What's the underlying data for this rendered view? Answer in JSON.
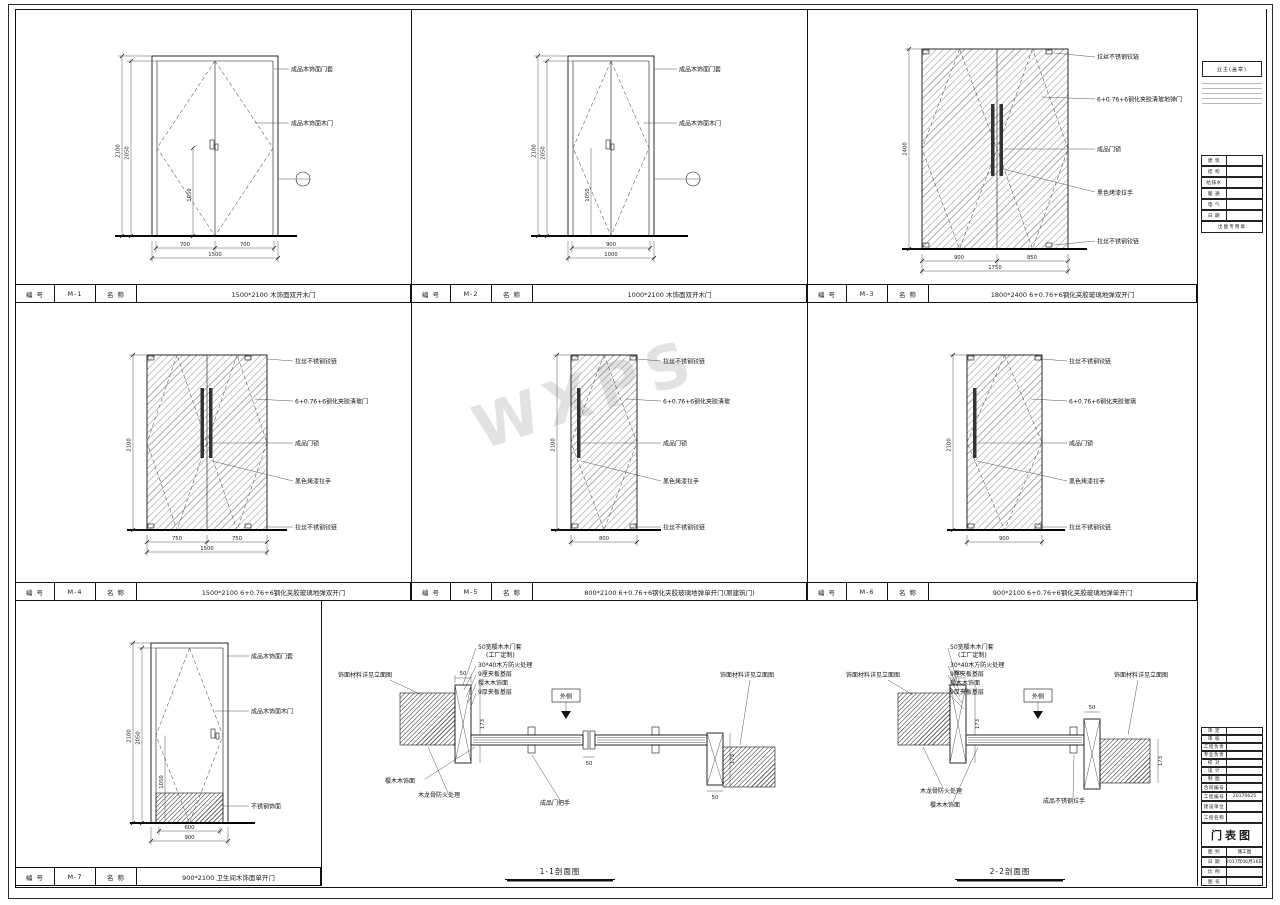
{
  "watermark": "WXPS",
  "labels": {
    "code": "编 号",
    "name": "名 称"
  },
  "panels": [
    {
      "code": "M-1",
      "title": "1500*2100  木饰面双开木门",
      "callouts": [
        "成品木饰面门套",
        "成品木饰面木门"
      ],
      "dims": {
        "h1": "2100",
        "h2": "2050",
        "mid": "1050",
        "b1": "700",
        "b2": "700",
        "total": "1500"
      }
    },
    {
      "code": "M-2",
      "title": "1000*2100  木饰面双开木门",
      "callouts": [
        "成品木饰面门套",
        "成品木饰面木门"
      ],
      "dims": {
        "h1": "2100",
        "h2": "2050",
        "mid": "1050",
        "b1": "900",
        "total": "1000"
      }
    },
    {
      "code": "M-3",
      "title": "1800*2400  6+0.76+6钢化夹胶玻璃地弹双开门",
      "callouts": [
        "拉丝不锈钢铰链",
        "6+0.76+6钢化夹胶清玻地弹门",
        "成品门锁",
        "黑色烤漆拉手",
        "拉丝不锈钢铰链"
      ],
      "dims": {
        "h1": "2400",
        "b1": "900",
        "b2": "850",
        "total": "1750"
      }
    },
    {
      "code": "M-4",
      "title": "1500*2100  6+0.76+6钢化夹胶玻璃地弹双开门",
      "callouts": [
        "拉丝不锈钢铰链",
        "6+0.76+6钢化夹胶清玻门",
        "成品门锁",
        "黑色烤漆拉手",
        "拉丝不锈钢铰链"
      ],
      "dims": {
        "h1": "2100",
        "b1": "750",
        "b2": "750",
        "total": "1500"
      }
    },
    {
      "code": "M-5",
      "title": "800*2100  6+0.76+6钢化夹胶玻璃地弹单开门(原建筑门)",
      "callouts": [
        "拉丝不锈钢铰链",
        "6+0.76+6钢化夹胶清玻",
        "成品门锁",
        "黑色烤漆拉手",
        "拉丝不锈钢铰链"
      ],
      "dims": {
        "h1": "2100",
        "total": "800"
      }
    },
    {
      "code": "M-6",
      "title": "900*2100  6+0.76+6钢化夹胶玻璃地弹单开门",
      "callouts": [
        "拉丝不锈钢铰链",
        "6+0.76+6钢化夹胶玻璃",
        "成品门锁",
        "黑色烤漆拉手",
        "拉丝不锈钢铰链"
      ],
      "dims": {
        "h1": "2100",
        "total": "900"
      }
    },
    {
      "code": "M-7",
      "title": "900*2100  卫生间木饰面单开门",
      "callouts": [
        "成品木饰面门套",
        "成品木饰面木门",
        "不锈钢饰面"
      ],
      "dims": {
        "h1": "2100",
        "h2": "2050",
        "mid": "1050",
        "b1": "600",
        "total": "900"
      }
    }
  ],
  "sections": [
    {
      "caption": "1-1剖面图",
      "outside": "外侧",
      "left_note": "饰面材料详见立面图",
      "right_note": "饰面材料详见立面图",
      "stack": [
        "50宽樱木木门套",
        "(工厂定制)",
        "30*40木方防火处理",
        "9厘夹板基层",
        "樱木木饰面",
        "9厚夹板基层"
      ],
      "bottom": [
        "樱木木饰面",
        "木龙骨防火处理",
        "成品门把手"
      ],
      "dims": {
        "a": "50",
        "b": "173",
        "c": "50",
        "d": "173",
        "e": "50"
      }
    },
    {
      "caption": "2-2剖面图",
      "outside": "外侧",
      "left_note": "饰面材料详见立面图",
      "right_note": "饰面材料详见立面图",
      "stack": [
        "50宽樱木木门套",
        "(工厂定制)",
        "30*40木方防火处理",
        "9厘夹板基层",
        "樱木木饰面",
        "9厚夹板基层"
      ],
      "bottom": [
        "木龙骨防火处理",
        "樱木木饰面",
        "成品不锈钢拉手"
      ],
      "dims": {
        "a": "50",
        "b": "173",
        "c": "50",
        "d": "173"
      }
    }
  ],
  "tb": {
    "owner": "业主(盖章)",
    "sign_rows": [
      "建 筑",
      "结 构",
      "给排水",
      "暖 通",
      "电 气",
      "日 期"
    ],
    "stamp": "出图专用章",
    "staff": [
      "审 定",
      "审 核",
      "工程负责",
      "专业负责",
      "校 对",
      "设 计",
      "制 图"
    ],
    "contract_label": "合同编号",
    "projno_label": "工程编号",
    "projno": "20170625",
    "client_label": "建设单位",
    "project_label": "工程名称",
    "sheet_title": "门表图",
    "type_label": "图 别",
    "type": "施工图",
    "date_label": "日 期",
    "date": "2017年06月16日",
    "scale_label": "比 例",
    "no_label": "图 号"
  }
}
